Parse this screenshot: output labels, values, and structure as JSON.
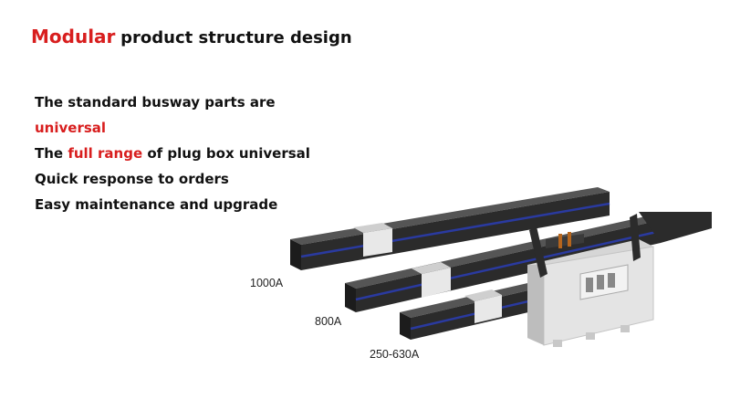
{
  "title": {
    "accent": "Modular",
    "rest": "product structure design"
  },
  "bullets": [
    {
      "before": "The standard busway parts are",
      "highlight": "",
      "after": ""
    },
    {
      "before": "",
      "highlight": "universal",
      "after": ""
    },
    {
      "before": "The ",
      "highlight": "full range",
      "after": " of plug box universal"
    },
    {
      "before": "Quick response to orders",
      "highlight": "",
      "after": ""
    },
    {
      "before": "Easy maintenance and upgrade",
      "highlight": "",
      "after": ""
    }
  ],
  "ratings": {
    "r1": "1000A",
    "r2": "800A",
    "r3": "250-630A"
  },
  "colors": {
    "accent": "#d81e1e",
    "busway": "#2b2b2b",
    "stripe": "#2a3aa0",
    "box": "#dcdcdc"
  }
}
